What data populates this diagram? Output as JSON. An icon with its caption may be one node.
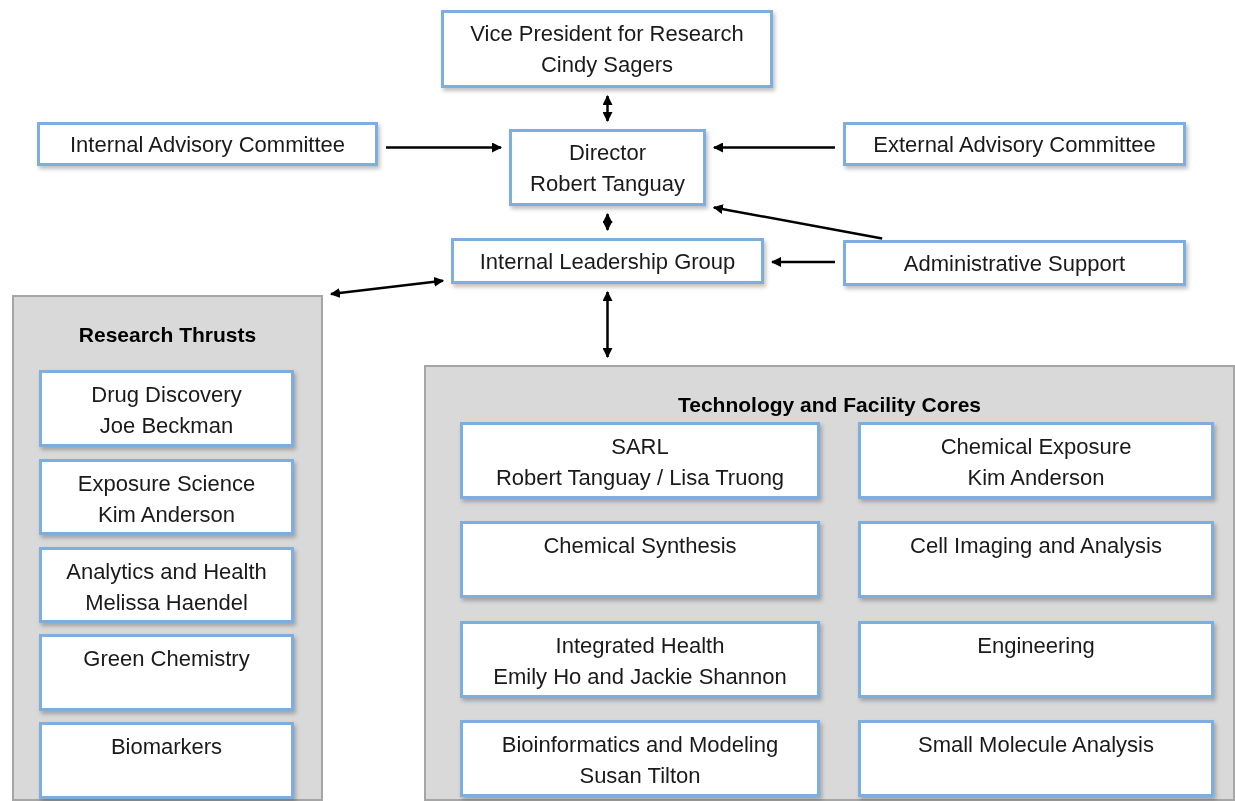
{
  "diagram": {
    "nodes": [
      {
        "text": [
          "Vice President for Research",
          "Cindy Sagers"
        ]
      },
      {
        "text": [
          "Internal Advisory Committee"
        ]
      },
      {
        "text": [
          "Director",
          "Robert Tanguay"
        ]
      },
      {
        "text": [
          "External Advisory Committee"
        ]
      },
      {
        "text": [
          "Internal Leadership Group"
        ]
      },
      {
        "text": [
          "Administrative Support"
        ]
      },
      {
        "text": [
          "Research Thrusts"
        ]
      },
      {
        "text": [
          "Drug Discovery",
          "Joe Beckman"
        ],
        "in": 6
      },
      {
        "text": [
          "Exposure Science",
          "Kim Anderson"
        ],
        "in": 6
      },
      {
        "text": [
          "Analytics and Health",
          "Melissa Haendel"
        ],
        "in": 6
      },
      {
        "text": [
          "Green Chemistry"
        ],
        "in": 6
      },
      {
        "text": [
          "Biomarkers"
        ],
        "in": 6
      },
      {
        "text": [
          "Technology and Facility Cores"
        ]
      },
      {
        "text": [
          "SARL",
          "Robert Tanguay / Lisa Truong"
        ],
        "in": 12
      },
      {
        "text": [
          "Chemical Exposure",
          "Kim Anderson"
        ],
        "in": 12
      },
      {
        "text": [
          "Chemical Synthesis"
        ],
        "in": 12
      },
      {
        "text": [
          "Cell Imaging and Analysis"
        ],
        "in": 12
      },
      {
        "text": [
          "Integrated Health",
          "Emily Ho and Jackie Shannon"
        ],
        "in": 12
      },
      {
        "text": [
          "Engineering"
        ],
        "in": 12
      },
      {
        "text": [
          "Bioinformatics and Modeling",
          "Susan Tilton"
        ],
        "in": 12
      },
      {
        "text": [
          "Small Molecule Analysis"
        ],
        "in": 12
      }
    ],
    "edges": [
      {
        "from": 0,
        "to": 2,
        "arrow": "both"
      },
      {
        "from": 1,
        "to": 2,
        "arrow": "to"
      },
      {
        "from": 3,
        "to": 2,
        "arrow": "to"
      },
      {
        "from": 5,
        "to": 2,
        "arrow": "to"
      },
      {
        "from": 2,
        "to": 4,
        "arrow": "both"
      },
      {
        "from": 5,
        "to": 4,
        "arrow": "to"
      },
      {
        "from": 4,
        "to": 6,
        "arrow": "both"
      },
      {
        "from": 4,
        "to": 12,
        "arrow": "both"
      }
    ]
  }
}
